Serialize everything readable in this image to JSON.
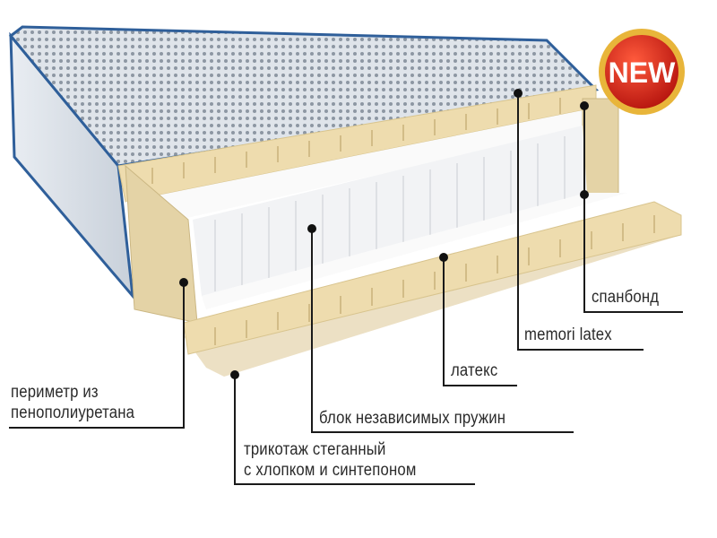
{
  "badge": {
    "text": "NEW",
    "color": "#d9261c",
    "ring_color": "#e8b53a"
  },
  "labels": {
    "spunbond": "спанбонд",
    "memori_latex": "memori latex",
    "latex": "латекс",
    "spring_block": "блок независимых пружин",
    "perimeter_line1": "периметр из",
    "perimeter_line2": "пенополиуретана",
    "knit_line1": "трикотаж стеганный",
    "knit_line2": "с хлопком и синтепоном"
  },
  "colors": {
    "foam": "#eedcae",
    "edge_blue": "#2f5f9a",
    "leader": "#1a1a1a"
  }
}
